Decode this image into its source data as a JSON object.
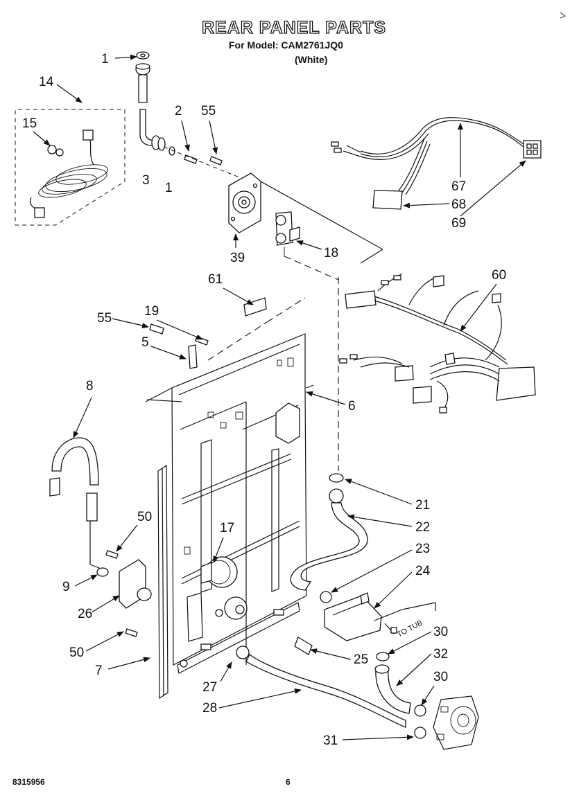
{
  "header": {
    "title": "REAR PANEL PARTS",
    "model": "For Model: CAM2761JQ0",
    "color": "(White)"
  },
  "footer": {
    "doc_number": "8315956",
    "page": "6"
  },
  "diagram": {
    "note_text": "TO TUB",
    "callouts": [
      {
        "id": "c1a",
        "label": "1"
      },
      {
        "id": "c14",
        "label": "14"
      },
      {
        "id": "c15",
        "label": "15"
      },
      {
        "id": "c2",
        "label": "2"
      },
      {
        "id": "c55a",
        "label": "55"
      },
      {
        "id": "c3",
        "label": "3"
      },
      {
        "id": "c1b",
        "label": "1"
      },
      {
        "id": "c39",
        "label": "39"
      },
      {
        "id": "c18",
        "label": "18"
      },
      {
        "id": "c67",
        "label": "67"
      },
      {
        "id": "c68",
        "label": "68"
      },
      {
        "id": "c69",
        "label": "69"
      },
      {
        "id": "c60",
        "label": "60"
      },
      {
        "id": "c61",
        "label": "61"
      },
      {
        "id": "c19",
        "label": "19"
      },
      {
        "id": "c55b",
        "label": "55"
      },
      {
        "id": "c5",
        "label": "5"
      },
      {
        "id": "c6",
        "label": "6"
      },
      {
        "id": "c8",
        "label": "8"
      },
      {
        "id": "c50a",
        "label": "50"
      },
      {
        "id": "c17",
        "label": "17"
      },
      {
        "id": "c21",
        "label": "21"
      },
      {
        "id": "c22",
        "label": "22"
      },
      {
        "id": "c23",
        "label": "23"
      },
      {
        "id": "c24",
        "label": "24"
      },
      {
        "id": "c9",
        "label": "9"
      },
      {
        "id": "c26",
        "label": "26"
      },
      {
        "id": "c30a",
        "label": "30"
      },
      {
        "id": "c32",
        "label": "32"
      },
      {
        "id": "c50b",
        "label": "50"
      },
      {
        "id": "c25",
        "label": "25"
      },
      {
        "id": "c7",
        "label": "7"
      },
      {
        "id": "c30b",
        "label": "30"
      },
      {
        "id": "c27",
        "label": "27"
      },
      {
        "id": "c28",
        "label": "28"
      },
      {
        "id": "c31",
        "label": "31"
      }
    ]
  }
}
